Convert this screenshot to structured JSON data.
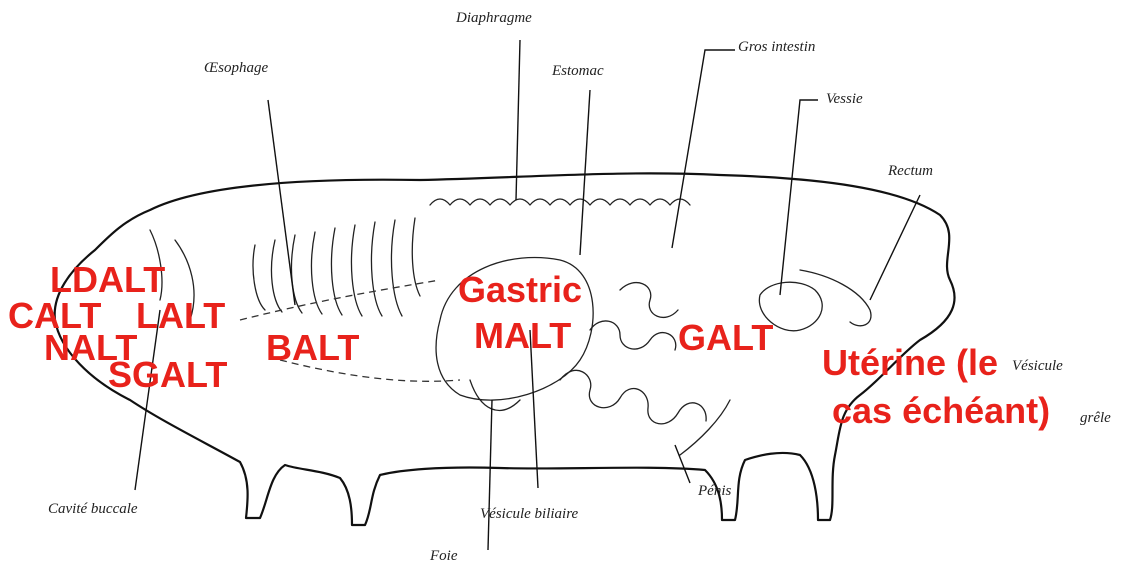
{
  "anatomy_labels": {
    "diaphragme": "Diaphragme",
    "oesophage": "Œsophage",
    "estomac": "Estomac",
    "gros_intestin": "Gros intestin",
    "vessie": "Vessie",
    "rectum": "Rectum",
    "vesicule": "Vésicule",
    "grele": "grêle",
    "cavite_buccale": "Cavité buccale",
    "vesicule_biliaire": "Vésicule biliaire",
    "penis": "Pénis",
    "foie": "Foie"
  },
  "tissue_labels": {
    "ldalt": "LDALT",
    "calt": "CALT",
    "lalt": "LALT",
    "nalt": "NALT",
    "sgalt": "SGALT",
    "balt": "BALT",
    "gastric": "Gastric",
    "malt": "MALT",
    "galt": "GALT",
    "uterine_line1": "Utérine (le",
    "uterine_line2": "cas échéant)"
  },
  "colors": {
    "label_red": "#e8221b",
    "ink": "#111111"
  }
}
